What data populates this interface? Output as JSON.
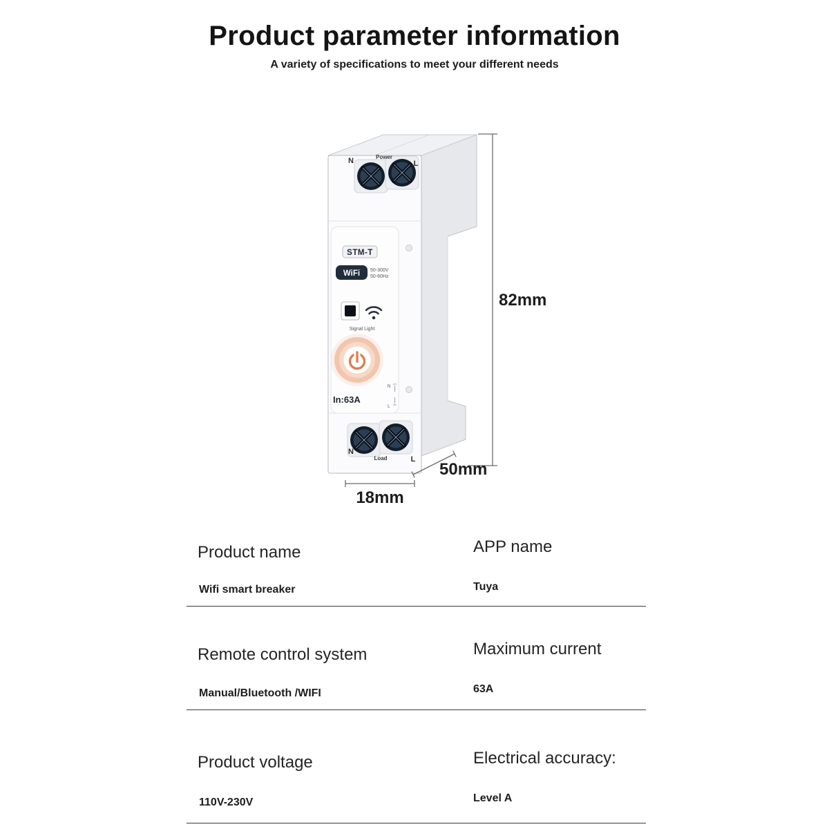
{
  "header": {
    "title": "Product parameter information",
    "subtitle": "A variety of specifications to meet your different needs"
  },
  "device": {
    "model": "STM-T",
    "wifi_badge": "WiFi",
    "rating_line1": "50-300V",
    "rating_line2": "50-60Hz",
    "signal_light_label": "Signal Light",
    "rated_current": "In:63A",
    "terminals_top": {
      "left": "N",
      "center": "Power",
      "right": "L"
    },
    "terminals_bottom": {
      "left": "N",
      "center": "Load",
      "right": "L"
    },
    "wiring_marks": {
      "top": "N",
      "bottom": "L"
    }
  },
  "dimensions": {
    "height": "82mm",
    "depth": "50mm",
    "width": "18mm"
  },
  "colors": {
    "button_halo": "#f9e4d8",
    "button_ring": "#f2c5ad",
    "button_ring_inner": "#f7d9c8",
    "button_glyph": "#dd7f52",
    "badge_dark": "#212d3b",
    "terminal_dark": "#141e2a",
    "terminal_mid": "#2b3f54"
  },
  "specs": {
    "rows": [
      {
        "left_label": "Product name",
        "left_value": "Wifi smart breaker",
        "right_label": "APP name",
        "right_value": "Tuya"
      },
      {
        "left_label": "Remote control system",
        "left_value": "Manual/Bluetooth /WIFI",
        "right_label": "Maximum current",
        "right_value": "63A"
      },
      {
        "left_label": "Product voltage",
        "left_value": "110V-230V",
        "right_label": "Electrical accuracy:",
        "right_value": "Level A"
      }
    ]
  }
}
